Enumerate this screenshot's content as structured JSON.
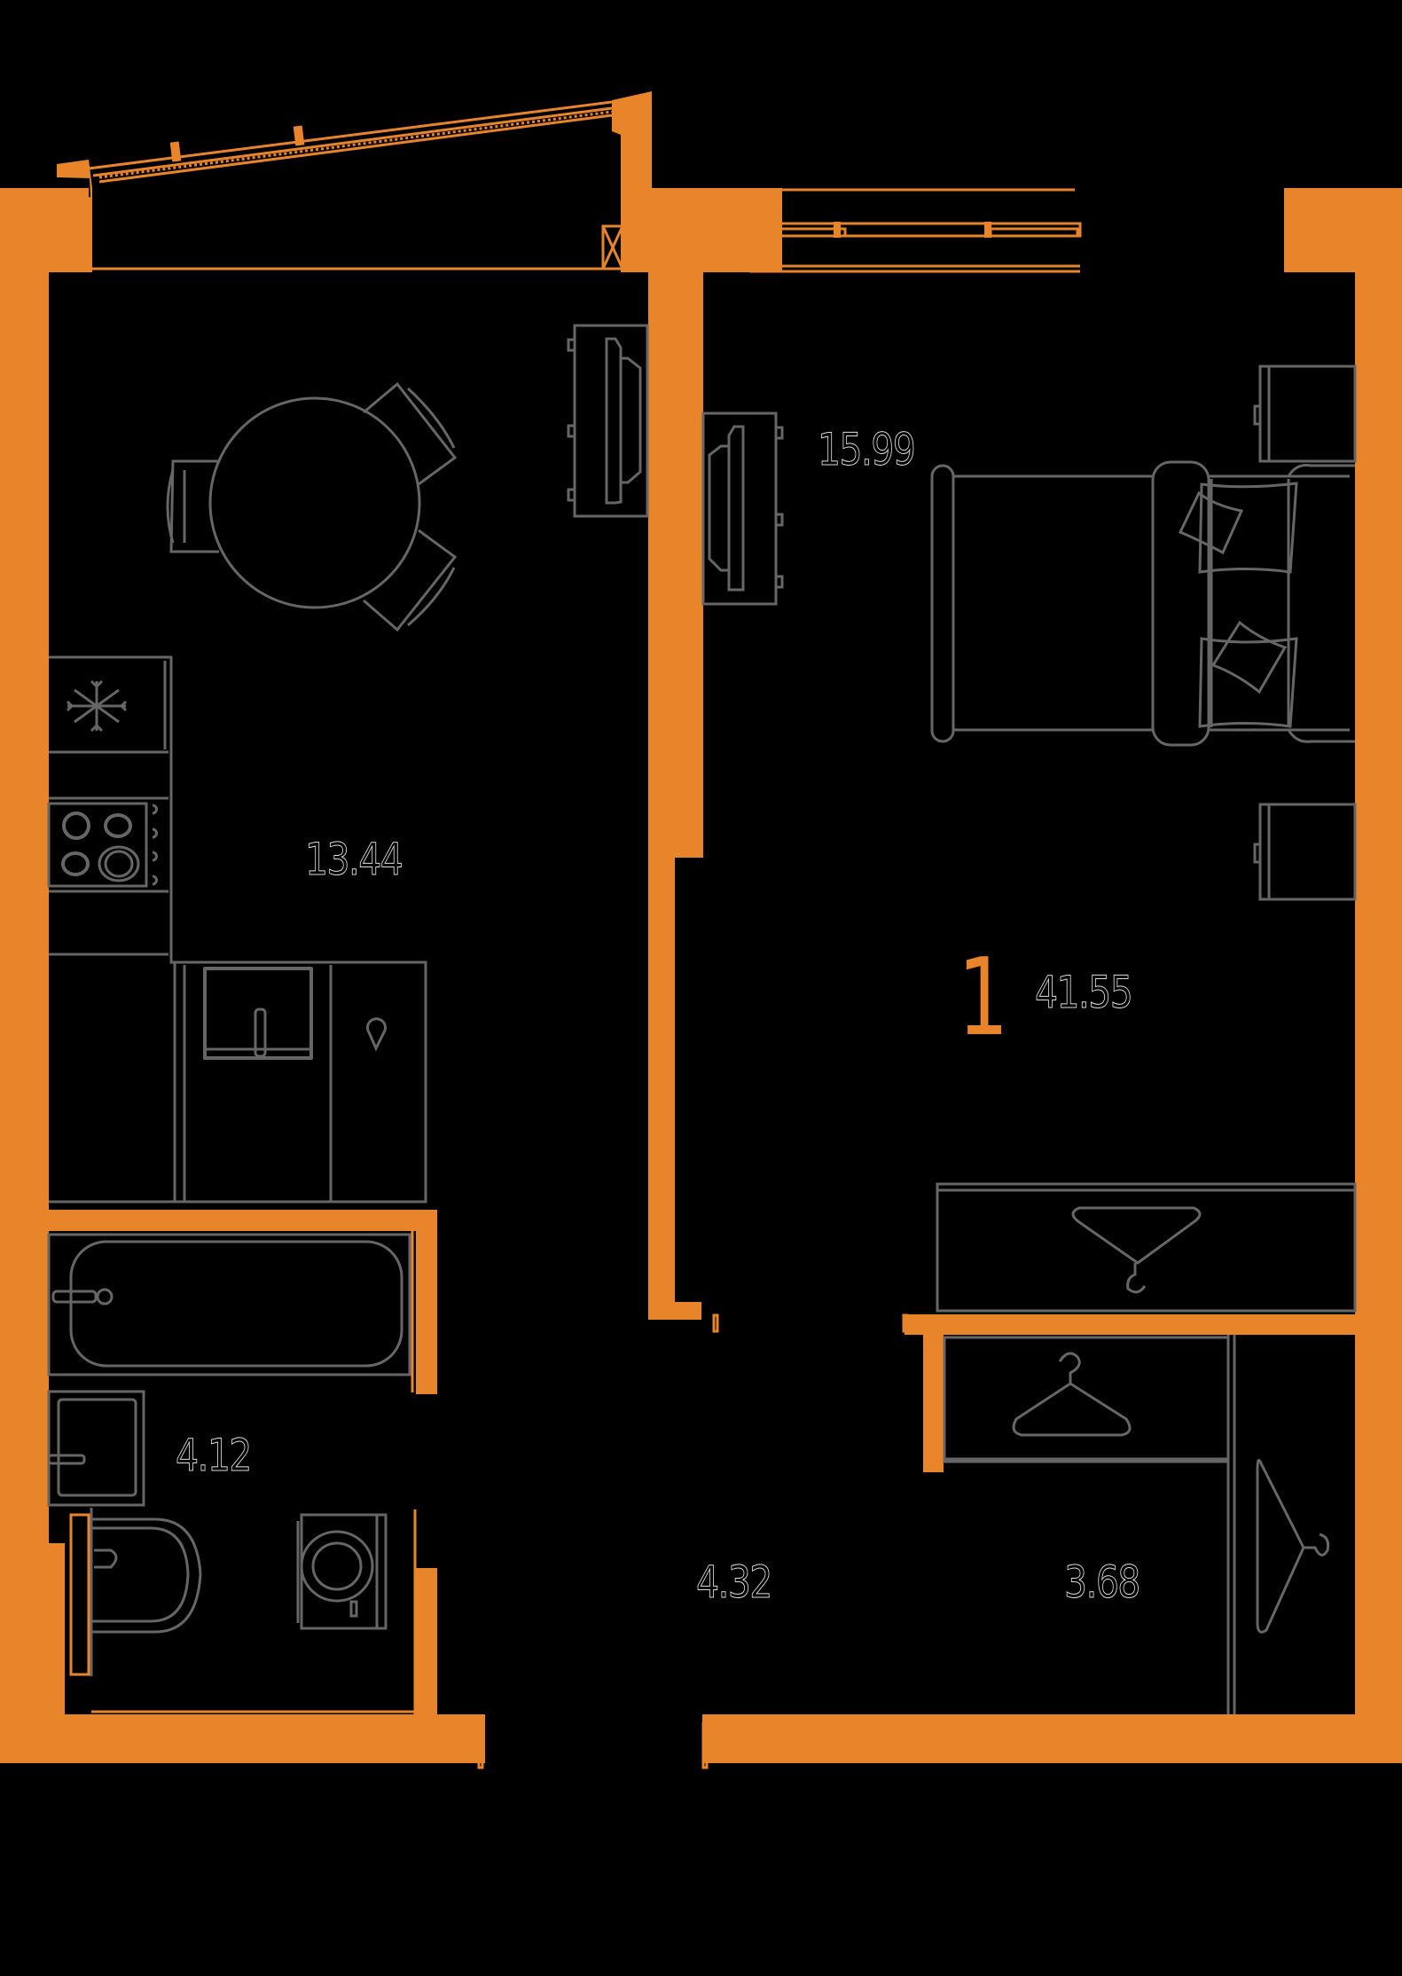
{
  "plan": {
    "type": "apartment-floor-plan",
    "room_count": "1",
    "total_area": "41.55",
    "rooms": [
      {
        "id": "kitchen",
        "area": "13.44"
      },
      {
        "id": "bedroom",
        "area": "15.99"
      },
      {
        "id": "bathroom",
        "area": "4.12"
      },
      {
        "id": "hallway",
        "area": "4.32"
      },
      {
        "id": "wardrobe",
        "area": "3.68"
      }
    ]
  },
  "colors": {
    "wall": "#E8852A",
    "furniture": "#666666",
    "background": "#000000",
    "room_count": "#E8852A"
  },
  "icons": [
    "dining-table-icon",
    "chair-icon",
    "tv-stand-icon",
    "double-bed-icon",
    "pillow-icon",
    "nightstand-icon",
    "fridge-snowflake-icon",
    "stove-icon",
    "sink-icon",
    "faucet-drop-icon",
    "bathtub-icon",
    "washbasin-icon",
    "toilet-icon",
    "washing-machine-icon",
    "wardrobe-hanger-icon",
    "balcony-window-icon",
    "window-icon",
    "ventilation-shaft-icon"
  ]
}
